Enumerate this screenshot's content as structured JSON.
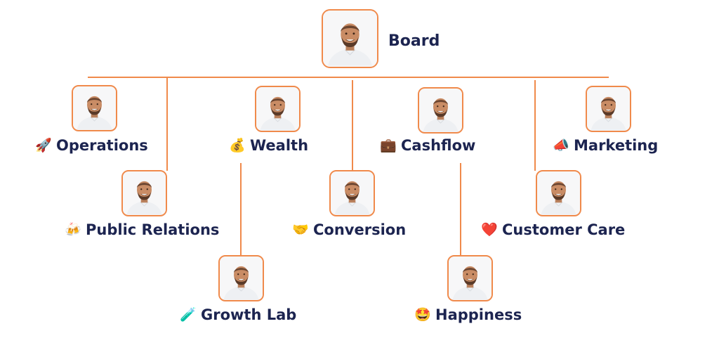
{
  "colors": {
    "accent": "#f08a4b",
    "text": "#1c2450",
    "background": "#ffffff"
  },
  "root": {
    "label": "Board",
    "icon": "person-photo"
  },
  "nodes": [
    {
      "id": "operations",
      "label": "Operations",
      "emoji": "🚀",
      "emoji_name": "rocket-icon",
      "parent": "Board"
    },
    {
      "id": "wealth",
      "label": "Wealth",
      "emoji": "💰",
      "emoji_name": "money-bag-icon",
      "parent": "Board"
    },
    {
      "id": "cashflow",
      "label": "Cashflow",
      "emoji": "💼",
      "emoji_name": "briefcase-icon",
      "parent": "Board"
    },
    {
      "id": "marketing",
      "label": "Marketing",
      "emoji": "📣",
      "emoji_name": "megaphone-icon",
      "parent": "Board"
    },
    {
      "id": "public_relations",
      "label": "Public Relations",
      "emoji": "🍻",
      "emoji_name": "beer-mugs-icon",
      "parent": "Board"
    },
    {
      "id": "conversion",
      "label": "Conversion",
      "emoji": "🤝",
      "emoji_name": "handshake-icon",
      "parent": "Board"
    },
    {
      "id": "customer_care",
      "label": "Customer Care",
      "emoji": "❤️",
      "emoji_name": "heart-icon",
      "parent": "Board"
    },
    {
      "id": "growth_lab",
      "label": "Growth Lab",
      "emoji": "🧪",
      "emoji_name": "test-tube-icon",
      "parent": "Wealth"
    },
    {
      "id": "happiness",
      "label": "Happiness",
      "emoji": "🤩",
      "emoji_name": "star-struck-icon",
      "parent": "Cashflow"
    }
  ]
}
